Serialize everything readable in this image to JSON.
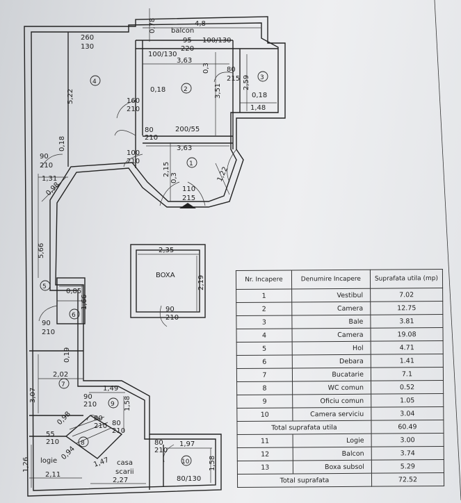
{
  "plan": {
    "balcon_label": "balcon",
    "boxa_label": "BOXA",
    "logie_label": "logie",
    "casa_label": "casa",
    "scarii_label": "scarii",
    "room_numbers": [
      "1",
      "2",
      "3",
      "4",
      "5",
      "6",
      "7",
      "8",
      "9",
      "10"
    ],
    "dims": {
      "d_4_8": "4,8",
      "d_0_78": "0,78",
      "d_95": "95",
      "d_220": "220",
      "d_100_130_a": "100/130",
      "d_100_130_b": "100/130",
      "d_3_63_a": "3,63",
      "d_0_3_a": "0,3",
      "d_80_a": "80",
      "d_215_a": "215",
      "d_2_59": "2,59",
      "d_0_18_a": "0,18",
      "d_1_48": "1,48",
      "d_260": "260",
      "d_130": "130",
      "d_5_22": "5,22",
      "d_0_18_b": "0,18",
      "d_3_51": "3,51",
      "d_160": "160",
      "d_210_a": "210",
      "d_80_b": "80",
      "d_210_b": "210",
      "d_200_55": "200/55",
      "d_3_63_b": "3,63",
      "d_100": "100",
      "d_210_c": "210",
      "d_90_a": "90",
      "d_210_d": "210",
      "d_0_18_c": "0,18",
      "d_1_31": "1,31",
      "d_0_98": "0,98",
      "d_2_15": "2,15",
      "d_0_3_b": "0,3",
      "d_1_22": "1,22",
      "d_110": "110",
      "d_215_b": "215",
      "d_2_35": "2,35",
      "d_2_19": "2,19",
      "d_90_b": "90",
      "d_210_e": "210",
      "d_5_66": "5,66",
      "d_0_85": "0,85",
      "d_1_66": "1,66",
      "d_90_c": "90",
      "d_210_f": "210",
      "d_0_19": "0,19",
      "d_2_02": "2,02",
      "d_3_07": "3,07",
      "d_1_49": "1,49",
      "d_1_58_a": "1,58",
      "d_90_d": "90",
      "d_210_g": "210",
      "d_0_98_b": "0,98",
      "d_80_c": "80",
      "d_210_h": "210",
      "d_80_d": "80",
      "d_210_i": "210",
      "d_55": "55",
      "d_210_j": "210",
      "d_0_94": "0,94",
      "d_1_47": "1,47",
      "d_1_26": "1,26",
      "d_2_11": "2,11",
      "d_2_27": "2,27",
      "d_80_e": "80",
      "d_210_k": "210",
      "d_1_97": "1,97",
      "d_1_58_b": "1,58",
      "d_80_130": "80/130"
    }
  },
  "table": {
    "headers": [
      "Nr. Incapere",
      "Denumire Incapere",
      "Suprafata utila (mp)"
    ],
    "rows": [
      {
        "nr": "1",
        "name": "Vestibul",
        "area": "7.02"
      },
      {
        "nr": "2",
        "name": "Camera",
        "area": "12.75"
      },
      {
        "nr": "3",
        "name": "Bale",
        "area": "3.81"
      },
      {
        "nr": "4",
        "name": "Camera",
        "area": "19.08"
      },
      {
        "nr": "5",
        "name": "Hol",
        "area": "4.71"
      },
      {
        "nr": "6",
        "name": "Debara",
        "area": "1.41"
      },
      {
        "nr": "7",
        "name": "Bucatarie",
        "area": "7.1"
      },
      {
        "nr": "8",
        "name": "WC comun",
        "area": "0.52"
      },
      {
        "nr": "9",
        "name": "Oficiu comun",
        "area": "1.05"
      },
      {
        "nr": "10",
        "name": "Camera serviciu",
        "area": "3.04"
      }
    ],
    "total_util_label": "Total suprafata utila",
    "total_util_value": "60.49",
    "extra_rows": [
      {
        "nr": "11",
        "name": "Logie",
        "area": "3.00"
      },
      {
        "nr": "12",
        "name": "Balcon",
        "area": "3.74"
      },
      {
        "nr": "13",
        "name": "Boxa subsol",
        "area": "5.29"
      }
    ],
    "total_label": "Total suprafata",
    "total_value": "72.52"
  }
}
